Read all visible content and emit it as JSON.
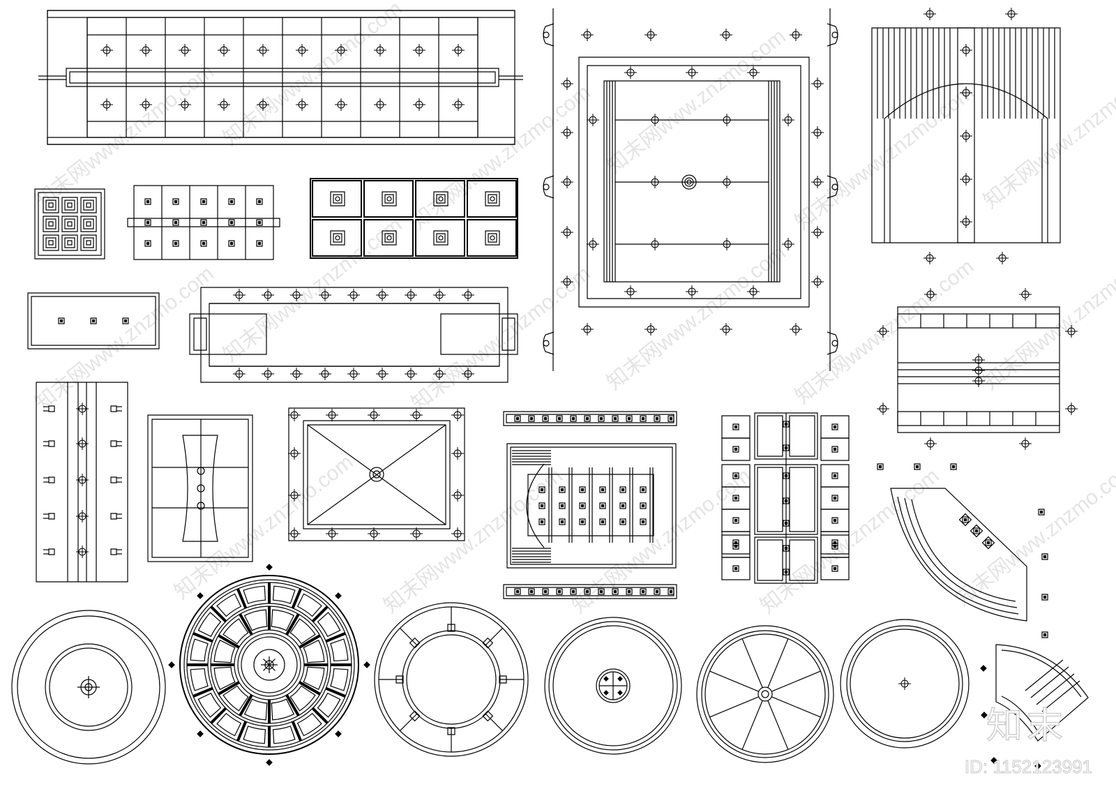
{
  "watermark": {
    "text": "知末网www.znzmo.com",
    "brand": "知末",
    "id_label": "ID: 1152123991"
  },
  "colors": {
    "line": "#000000",
    "paper": "#ffffff",
    "watermark": "#e4e4e4"
  },
  "drawing": {
    "panels": [
      "long-coffered-ceiling-plan",
      "nine-square-ceiling-plan",
      "two-row-grid-ceiling-plan",
      "eight-square-coffer-plan",
      "large-square-ceiling-plan",
      "arched-ceiling-plan",
      "small-rect-ceiling-plan",
      "long-slot-ceiling-plan",
      "striped-ceiling-plan",
      "vertical-strip-ceiling-plan",
      "barrel-ceiling-plan",
      "diagonal-ceiling-plan",
      "curved-grid-ceiling-plan",
      "cell-grid-ceiling-plan",
      "fan-ceiling-plan",
      "concentric-circle-ceiling-plan",
      "segmented-ring-ceiling-plan",
      "spoke-ring-ceiling-plan",
      "cross-medallion-ceiling-plan",
      "radial-spoke-ceiling-plan",
      "double-circle-ceiling-plan",
      "small-fan-ceiling-plan"
    ]
  }
}
